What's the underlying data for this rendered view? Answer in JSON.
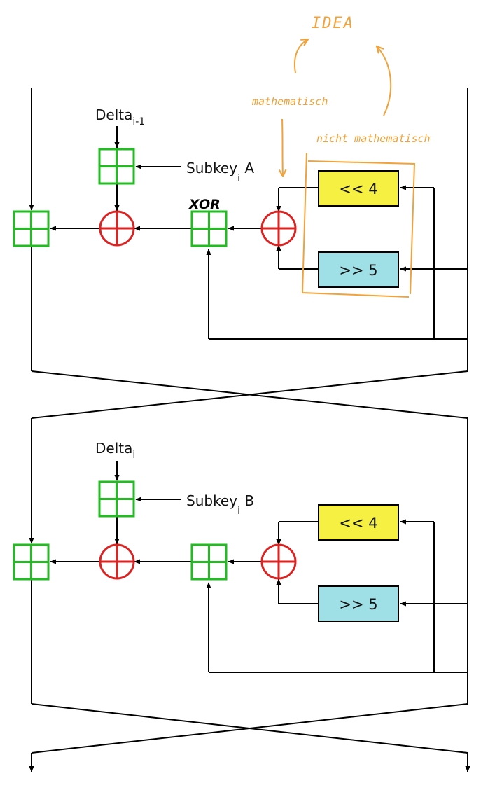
{
  "round_a": {
    "delta_base": "Delta",
    "delta_sub": "i-1",
    "subkey_base": "Subkey",
    "subkey_sub": "i",
    "subkey_suffix": " A",
    "shift_left": "<< 4",
    "shift_right": ">> 5"
  },
  "round_b": {
    "delta_base": "Delta",
    "delta_sub": "i",
    "subkey_base": "Subkey",
    "subkey_sub": "i",
    "subkey_suffix": " B",
    "shift_left": "<< 4",
    "shift_right": ">> 5"
  },
  "annotations": {
    "idea": "IDEA",
    "mathematisch": "mathematisch",
    "nicht_mathematisch": "nicht mathematisch",
    "xor": "XOR"
  },
  "colors": {
    "add_green": "#22bb22",
    "xor_red": "#dd2222",
    "shift_left_fill": "#f5f041",
    "shift_right_fill": "#9fdfe6",
    "annotation_orange": "#f2a23a"
  }
}
